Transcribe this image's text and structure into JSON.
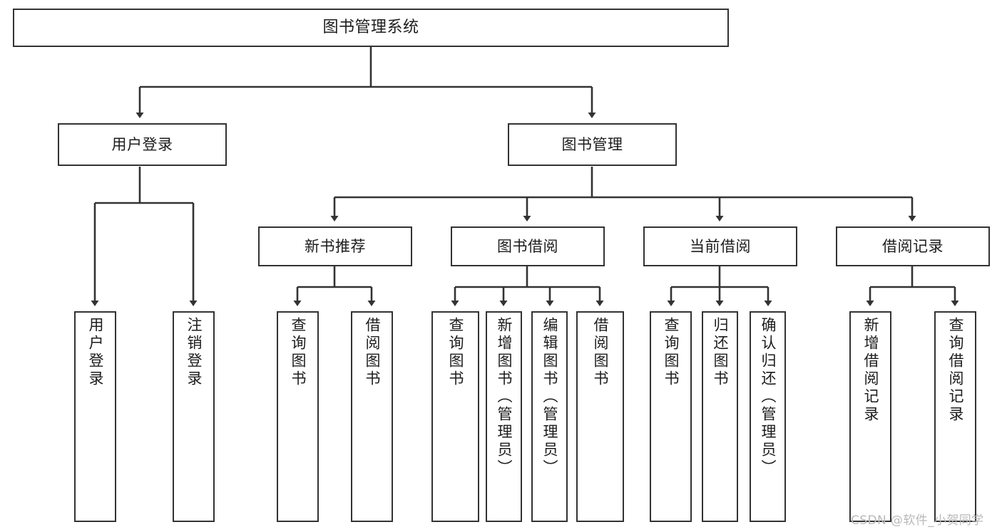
{
  "diagram": {
    "title": "图书管理系统",
    "type": "tree-hierarchy-chart",
    "stroke_color": "#333333",
    "fill_color": "#ffffff",
    "text_color": "#1c1c1c",
    "root": {
      "label": "图书管理系统"
    },
    "level2": [
      {
        "label": "用户登录"
      },
      {
        "label": "图书管理"
      }
    ],
    "level3": [
      {
        "label": "新书推荐"
      },
      {
        "label": "图书借阅"
      },
      {
        "label": "当前借阅"
      },
      {
        "label": "借阅记录"
      }
    ],
    "leaves": {
      "user_login": [
        {
          "label": "用户登录"
        },
        {
          "label": "注销登录"
        }
      ],
      "new_book_recommend": [
        {
          "label": "查询图书"
        },
        {
          "label": "借阅图书"
        }
      ],
      "book_borrow": [
        {
          "label": "查询图书"
        },
        {
          "label": "新增图书（管理员）"
        },
        {
          "label": "编辑图书（管理员）"
        },
        {
          "label": "借阅图书"
        }
      ],
      "current_borrow": [
        {
          "label": "查询图书"
        },
        {
          "label": "归还图书"
        },
        {
          "label": "确认归还（管理员）"
        }
      ],
      "borrow_records": [
        {
          "label": "新增借阅记录"
        },
        {
          "label": "查询借阅记录"
        }
      ]
    }
  },
  "watermark": {
    "text": "CSDN @软件_小贺同学"
  }
}
